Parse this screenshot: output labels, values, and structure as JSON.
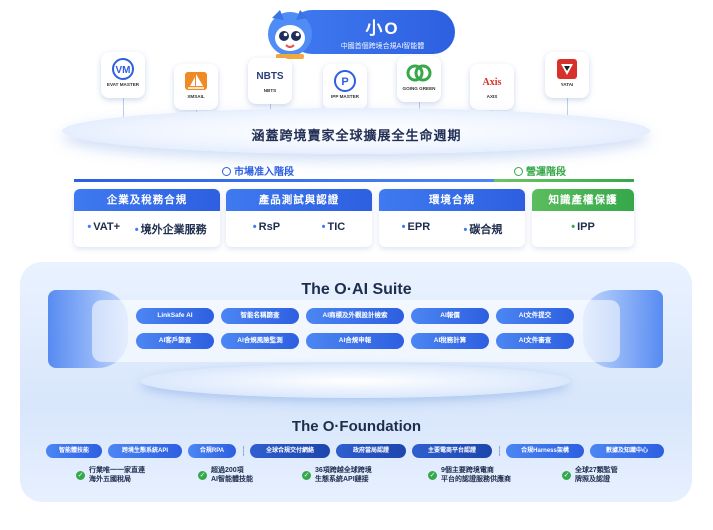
{
  "header": {
    "title": "小O",
    "subtitle": "中國首個跨境合規AI智能體"
  },
  "brands": [
    {
      "name": "EVAT MASTER",
      "mark": "VM"
    },
    {
      "name": "XMSAIL",
      "mark": "⛵"
    },
    {
      "name": "NBTS",
      "mark": "NBTS"
    },
    {
      "name": "IPP MASTER",
      "mark": "P"
    },
    {
      "name": "GOING GREEN",
      "mark": "GG"
    },
    {
      "name": "AXIS",
      "mark": "Axis"
    },
    {
      "name": "YATAI",
      "mark": "▼"
    }
  ],
  "platform": {
    "title": "涵蓋跨境賣家全球擴展全生命週期"
  },
  "stages": {
    "market_entry": "市場准入階段",
    "operation": "營運階段"
  },
  "categories": [
    {
      "title": "企業及稅務合規",
      "items": [
        "VAT+",
        "境外企業服務"
      ],
      "color": "#2d5fe0"
    },
    {
      "title": "產品測試與認證",
      "items": [
        "RsP",
        "TIC"
      ],
      "color": "#2d5fe0"
    },
    {
      "title": "環境合規",
      "items": [
        "EPR",
        "碳合規"
      ],
      "color": "#2d5fe0"
    },
    {
      "title": "知識產權保護",
      "items": [
        "IPP"
      ],
      "color": "#35a84a"
    }
  ],
  "suite": {
    "title": "The O·AI Suite",
    "chips_row1": [
      "LinkSafe AI",
      "智能名稱篩查",
      "AI商標及外觀設計檢索",
      "AI報價",
      "AI文件提交"
    ],
    "chips_row2": [
      "AI客戶篩查",
      "AI合規風險監測",
      "AI合規申報",
      "AI稅務計算",
      "AI文件審查"
    ]
  },
  "foundation": {
    "title": "The O·Foundation",
    "chips": [
      "智能體技能",
      "跨境生態系統API",
      "合規RPA",
      "全球合規交付網絡",
      "政府當局認證",
      "主要電商平台認證",
      "合規Harness架構",
      "數據及知識中心"
    ],
    "stats": [
      "行業唯一一家直連\n海外五國稅局",
      "超過200項\nAI智能體技能",
      "36項跨越全球跨境\n生態系統API鏈接",
      "9個主要跨境電商\n平台的認證服務供應商",
      "全球27類監管\n牌照及認證"
    ]
  },
  "colors": {
    "primary": "#2d5fe0",
    "green": "#35a84a"
  }
}
